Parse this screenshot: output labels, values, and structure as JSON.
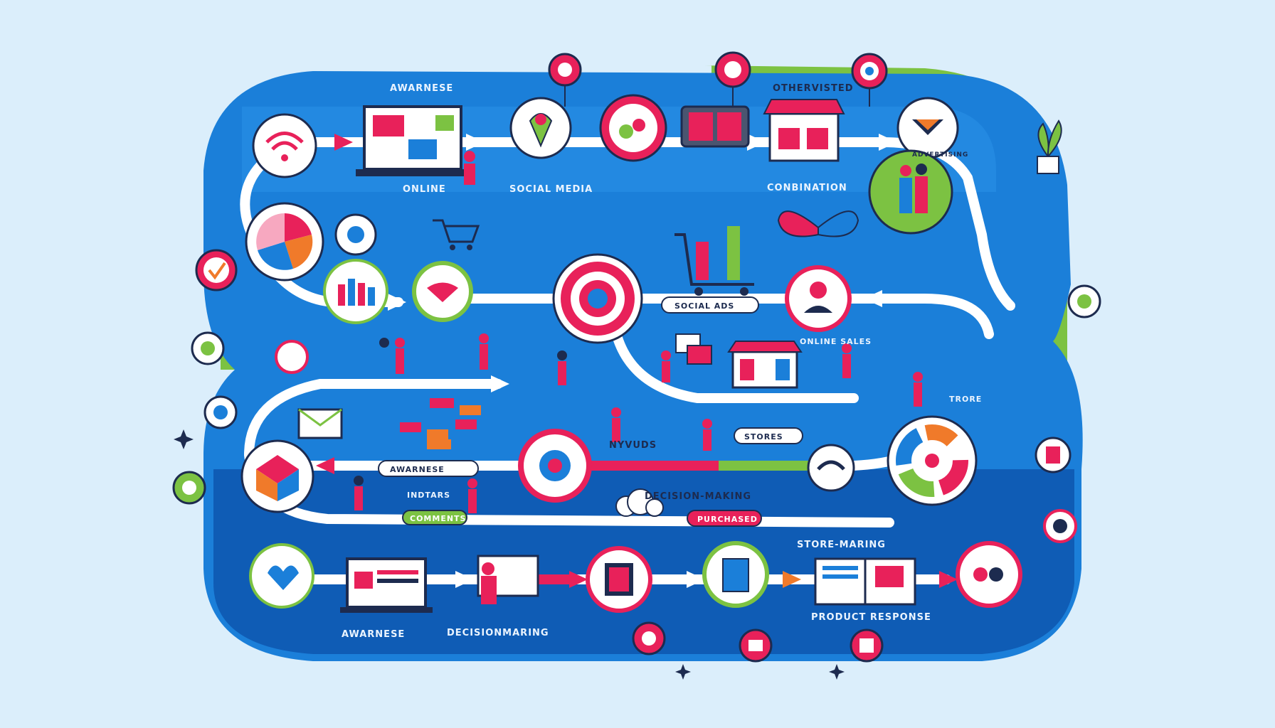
{
  "labels": {
    "awareness_top": "AWARNESE",
    "other_visited": "OTHERVISTED",
    "online": "ONLINE",
    "social_media": "SOCIAL MEDIA",
    "combination": "CONBINATION",
    "advertising": "ADVERTISING",
    "social_ads": "SOCIAL ADS",
    "online_sales": "ONLINE SALES",
    "store": "TRORE",
    "reviews": "NYVUDS",
    "stores": "STORES",
    "awareness_mid": "AWARNESE",
    "insights": "INDTARS",
    "decision_making_mid": "DECISION-MAKING",
    "comments": "COMMENTS",
    "purchased": "PURCHASED",
    "store_making": "STORE-MARING",
    "awareness_bottom": "AWARNESE",
    "decision_making_bottom": "DECISIONMARING",
    "product_response": "PRODUCT RESPONSE"
  },
  "colors": {
    "background": "#dbeefb",
    "road_blue": "#1b7fd9",
    "road_dark": "#0f5cb5",
    "accent_green": "#7cc242",
    "accent_pink": "#e8215a",
    "road_line": "#ffffff",
    "ink": "#1d2b4f"
  },
  "icons": [
    "wifi-icon",
    "laptop-icon",
    "location-pin-icon",
    "food-bowl-icon",
    "tablet-icon",
    "storefront-icon",
    "funnel-icon",
    "plant-icon",
    "pie-chart-icon",
    "chat-bubble-icon",
    "checkmark-icon",
    "bar-chart-icon",
    "target-icon",
    "shopping-cart-icon",
    "person-icon",
    "butterfly-icon",
    "envelope-icon",
    "box-icon",
    "email-icon",
    "heart-icon",
    "cloud-icon",
    "donut-chart-icon",
    "brochure-icon",
    "phone-icon",
    "camera-icon"
  ]
}
